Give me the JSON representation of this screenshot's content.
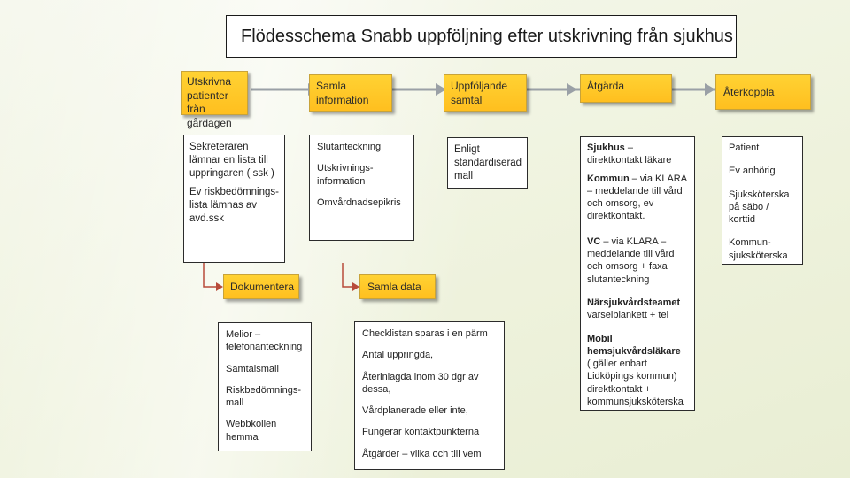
{
  "title": "Flödesschema Snabb uppföljning efter utskrivning från sjukhus",
  "headers": {
    "h1": "Utskrivna patienter från gårdagen",
    "h2": "Samla information",
    "h3": "Uppföljande samtal",
    "h4": "Åtgärda",
    "h5": "Återkoppla"
  },
  "col1": {
    "p1": "Sekreteraren lämnar en lista till uppringaren ( ssk )",
    "p2": "Ev riskbedömnings-lista lämnas av avd.ssk"
  },
  "col2": {
    "p1": "Slutanteckning",
    "p2": "Utskrivnings-information",
    "p3": "Omvårdnadsepikris"
  },
  "col3": {
    "p1": "Enligt standardiserad mall"
  },
  "col4": {
    "sjukhus_label": "Sjukhus",
    "sjukhus_text": " – direktkontakt läkare",
    "kommun_label": "Kommun",
    "kommun_text": " – via KLARA – meddelande till vård och omsorg, ev direktkontakt.",
    "vc_label": "VC",
    "vc_text": " – via KLARA – meddelande till vård och omsorg + faxa slutanteckning",
    "nars_label": "Närsjukvårdsteamet",
    "nars_text": "varselblankett + tel",
    "mobil_label": "Mobil hemsjukvårdsläkare",
    "mobil_text": "( gäller enbart Lidköpings kommun) direktkontakt + kommunsjuksköterska"
  },
  "col5": {
    "p1": "Patient",
    "p2": "Ev anhörig",
    "p3": "Sjuksköterska på säbo / korttid",
    "p4": "Kommun-sjuksköterska"
  },
  "dokumentera": {
    "label": "Dokumentera",
    "p1": "Melior – telefonanteckning",
    "p2": "Samtalsmall",
    "p3": "Riskbedömnings-mall",
    "p4": "Webbkollen hemma"
  },
  "samla_data": {
    "label": "Samla data",
    "p1": "Checklistan sparas i en pärm",
    "p2": "Antal uppringda,",
    "p3": "Återinlagda inom 30 dgr av dessa,",
    "p4": "Vårdplanerade eller inte,",
    "p5": "Fungerar kontaktpunkterna",
    "p6": "Åtgärder – vilka och till vem"
  }
}
